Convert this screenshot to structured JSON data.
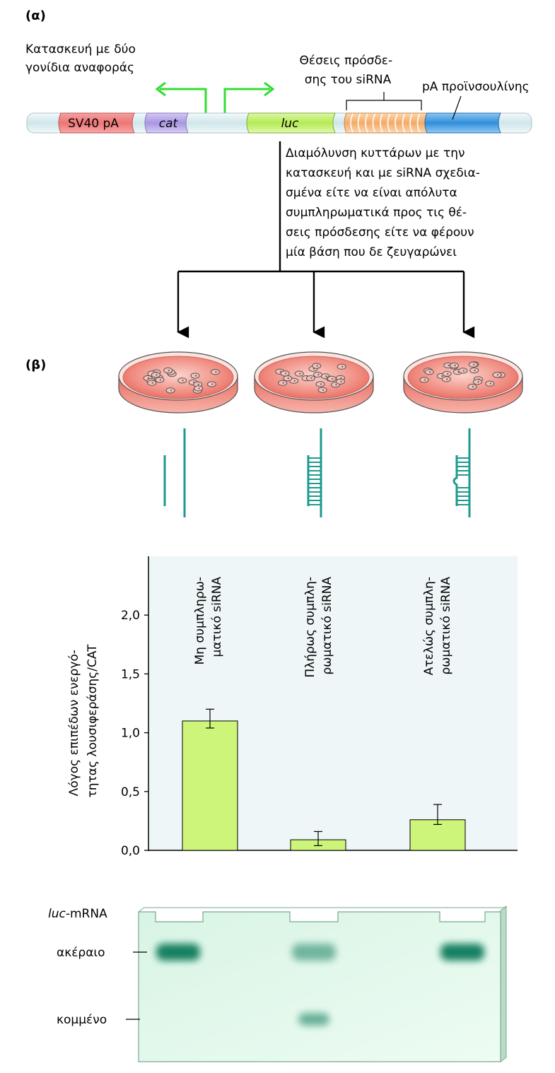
{
  "panel_a": {
    "label": "(α)",
    "reporter_label": [
      "Κατασκευή με δύο",
      "γονίδια αναφοράς"
    ],
    "binding_label": [
      "Θέσεις πρόσδε-",
      "σης του siRNA"
    ],
    "pa_label": "pA προϊνσουλίνης",
    "segments": {
      "sv40": "SV40 pA",
      "cat": "cat",
      "luc": "luc"
    },
    "transfection": [
      "Διαμόλυνση κυττάρων με την",
      "κατασκευή και με siRNA σχεδια-",
      "σμένα είτε να είναι απόλυτα",
      "συμπληρωματικά προς τις θέ-",
      "σεις πρόσδεσης είτε να φέρουν",
      "μία βάση που δε ζευγαρώνει"
    ]
  },
  "panel_b": {
    "label": "(β)"
  },
  "colors": {
    "sv40": "#f08080",
    "cat": "#b9a7e8",
    "luc": "#c8f07a",
    "binding": "#f7c08a",
    "pa": "#4a9ee0",
    "teal": "#1f9a8e",
    "arrow_green": "#33dd33",
    "bar": "#ccf57a",
    "chart_bg": "#eef6f7",
    "gel": "#e2f8ec"
  },
  "chart_data": {
    "type": "bar",
    "categories": [
      [
        "Μη συμπληρω-",
        "ματικό siRNA"
      ],
      [
        "Πλήρως συμπλη-",
        "ρωματικό siRNA"
      ],
      [
        "Ατελώς συμπλη-",
        "ρωματικό siRNA"
      ]
    ],
    "values": [
      1.1,
      0.09,
      0.26
    ],
    "errors_low": [
      0.06,
      0.05,
      0.04
    ],
    "errors_high": [
      0.1,
      0.07,
      0.13
    ],
    "ylabel": [
      "Λόγος επιπέδων ενεργό-",
      "τητας λουσιφεράσης/CAT"
    ],
    "ylim": [
      0,
      2.5
    ],
    "yticks": [
      0.0,
      0.5,
      1.0,
      1.5,
      2.0
    ],
    "ytick_labels": [
      "0,0",
      "0,5",
      "1,0",
      "1,5",
      "2,0"
    ]
  },
  "gel": {
    "title_italic": "luc",
    "title_rest": "-mRNA",
    "row_labels": [
      "ακέραιο",
      "κομμένο"
    ],
    "band_intensity_intact": [
      1.0,
      0.55,
      1.0
    ],
    "band_intensity_cut": [
      0,
      0.6,
      0
    ]
  }
}
